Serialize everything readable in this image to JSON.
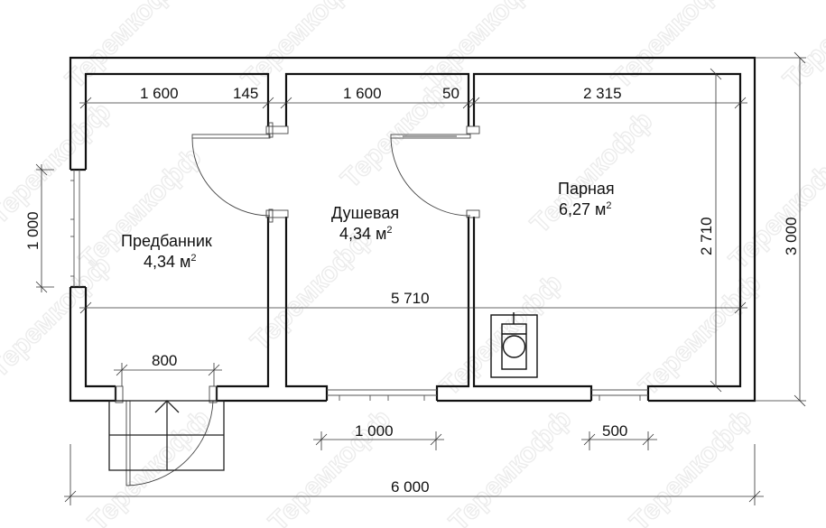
{
  "watermark": "Теремкофф",
  "rooms": [
    {
      "name": "Предбанник",
      "area": "4,34 м",
      "unit_sup": "2"
    },
    {
      "name": "Душевая",
      "area": "4,34 м",
      "unit_sup": "2"
    },
    {
      "name": "Парная",
      "area": "6,27 м",
      "unit_sup": "2"
    }
  ],
  "dimensions": {
    "top_1": "1 600",
    "top_2": "145",
    "top_3": "1 600",
    "top_4": "50",
    "top_5": "2 315",
    "left_window": "1 000",
    "inner_height": "2 710",
    "total_height": "3 000",
    "inner_length": "5 710",
    "entry_door": "800",
    "window_shower": "1 000",
    "window_steam": "500",
    "total_length": "6 000"
  },
  "colors": {
    "wall": "#111111",
    "line": "#333333",
    "watermark": "#ececec"
  }
}
